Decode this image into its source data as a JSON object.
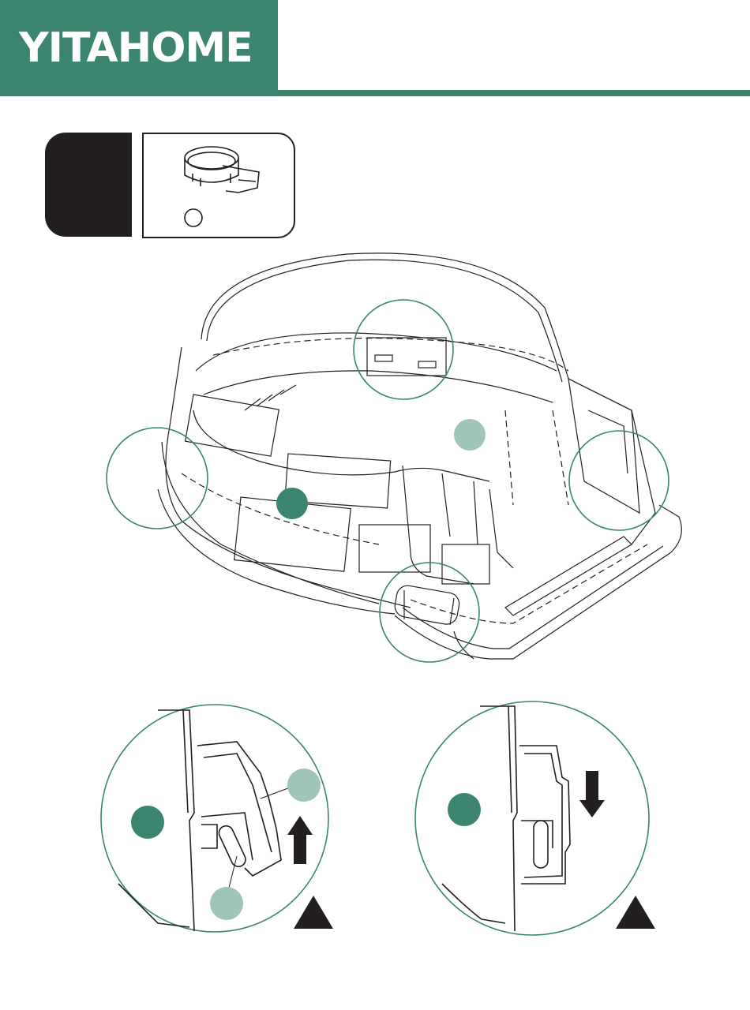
{
  "brand": {
    "name": "YITAHOME",
    "color": "#3b8570",
    "accent_light": "#9fc5bb"
  },
  "step": {
    "number": "",
    "parts": [
      {
        "icon": "collar-ring-part-icon",
        "label": ""
      }
    ]
  },
  "illustration": {
    "main": "house-base-assembly",
    "callouts": [
      {
        "name": "callout-left-corner",
        "style": "circle"
      },
      {
        "name": "callout-rear-tab",
        "style": "circle"
      },
      {
        "name": "callout-right-door",
        "style": "circle"
      },
      {
        "name": "callout-front-latch",
        "style": "circle"
      }
    ],
    "detail_views": [
      {
        "name": "detail-latch-open",
        "direction": "up",
        "marker": "triangle-warning"
      },
      {
        "name": "detail-latch-closed",
        "direction": "down",
        "marker": "triangle-warning"
      }
    ]
  }
}
